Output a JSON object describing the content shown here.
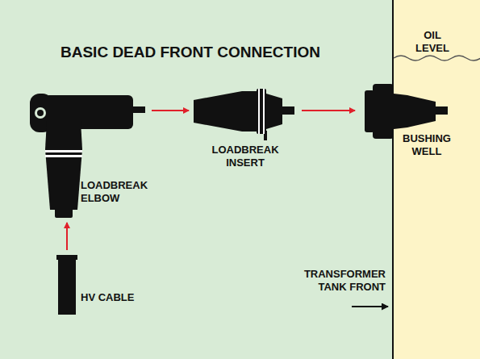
{
  "diagram": {
    "title": "BASIC DEAD FRONT CONNECTION",
    "labels": [
      "OIL LEVEL",
      "LOADBREAK INSERT",
      "BUSHING WELL",
      "LOADBREAK ELBOW",
      "HV CABLE",
      "TRANSFORMER TANK FRONT"
    ]
  }
}
